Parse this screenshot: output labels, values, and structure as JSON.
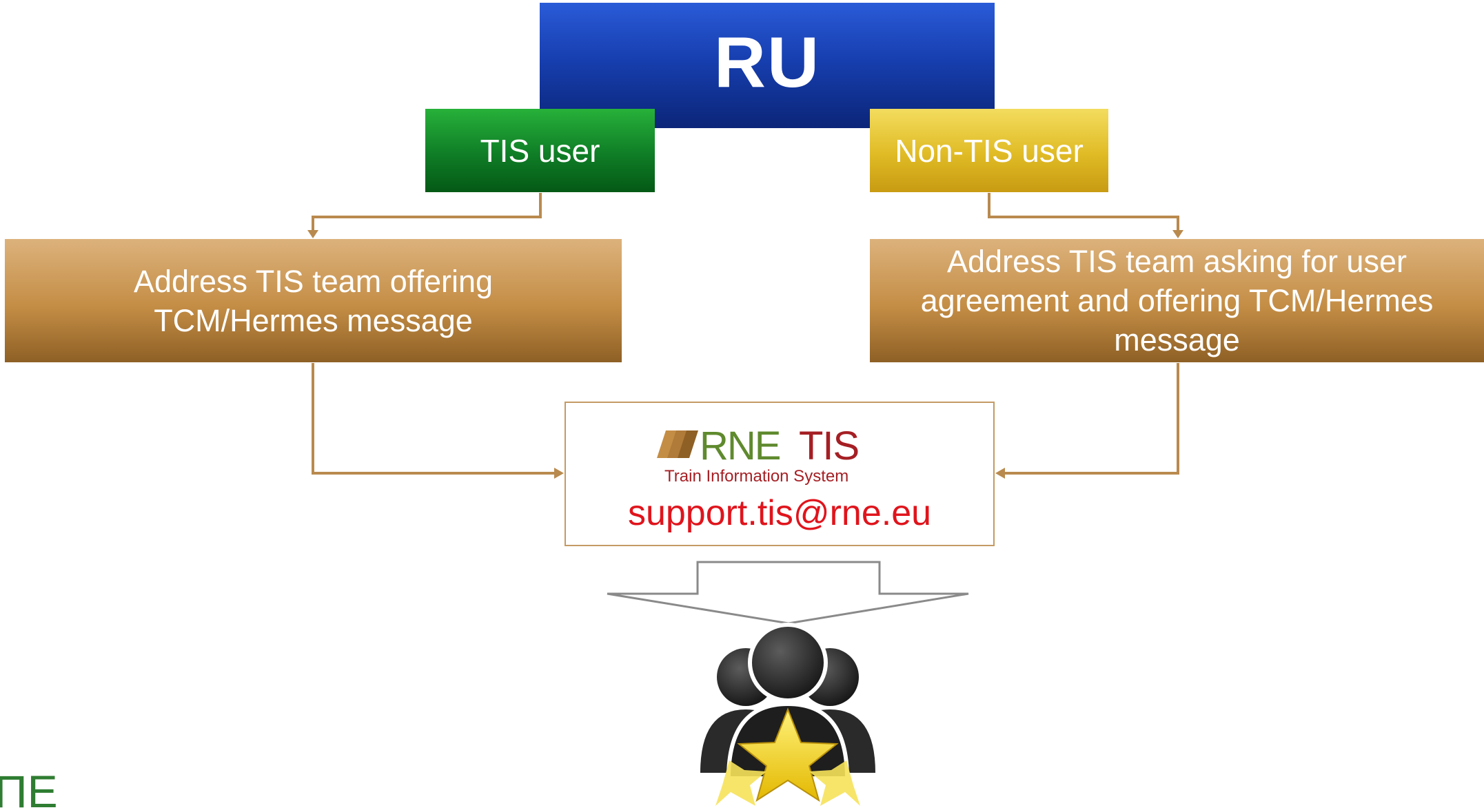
{
  "diagram": {
    "root": {
      "label": "RU"
    },
    "branches": {
      "left": {
        "label": "TIS user"
      },
      "right": {
        "label": "Non-TIS user"
      }
    },
    "actions": {
      "left": {
        "lines": [
          "Address TIS team offering",
          "TCM/Hermes message"
        ]
      },
      "right": {
        "lines": [
          "Address TIS team asking for user",
          "agreement and offering  TCM/Hermes",
          "message"
        ]
      }
    },
    "support": {
      "logo_text": "RNE TIS",
      "logo_subtitle": "Train Information System",
      "email": "support.tis@rne.eu"
    },
    "footer_logo_text": "ΠE"
  },
  "colors": {
    "root_blue": "#173fb0",
    "tis_green": "#0f7d26",
    "non_tis_yellow": "#e0bb25",
    "action_brown": "#c48d45",
    "connector": "#b98a4e",
    "email_red": "#e0141c",
    "logo_green": "#5f8a2e",
    "logo_red": "#a51f24",
    "star_yellow": "#f3d400"
  },
  "icons": [
    "group-users-icon",
    "star-icon",
    "down-arrow-icon"
  ]
}
